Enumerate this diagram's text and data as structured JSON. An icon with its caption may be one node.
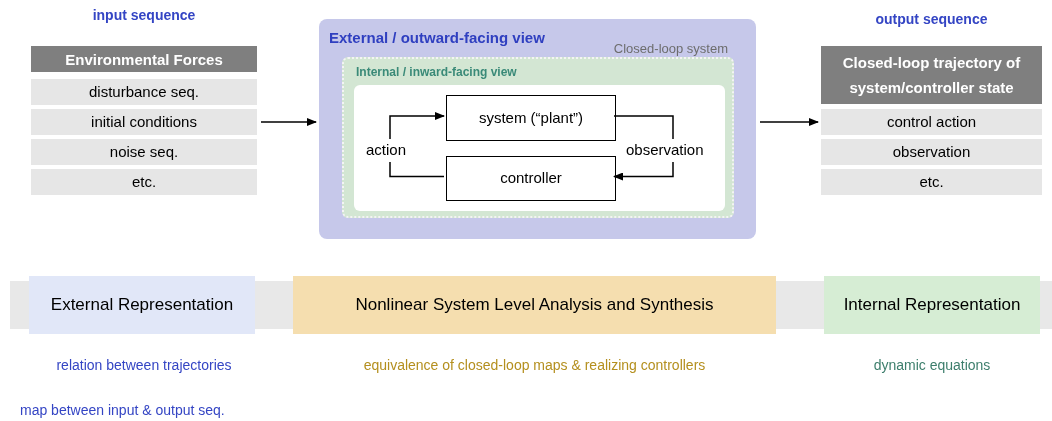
{
  "diagram": {
    "nodes": [
      {
        "text": [
          "Environmental Forces"
        ]
      },
      {
        "text": [
          "disturbance seq."
        ]
      },
      {
        "text": [
          "initial conditions"
        ]
      },
      {
        "text": [
          "noise seq."
        ]
      },
      {
        "text": [
          "etc."
        ]
      },
      {
        "text": [
          "External / outward-facing view"
        ]
      },
      {
        "text": [
          "Closed-loop system",
          "Internal / inward-facing view"
        ],
        "in": 5
      },
      {
        "text": [],
        "shape": "box",
        "in": 6
      },
      {
        "text": [
          "system (“plant”)"
        ],
        "in": 7
      },
      {
        "text": [
          "controller"
        ],
        "in": 7
      },
      {
        "text": [
          "Closed-loop trajectory of system/controller state"
        ]
      },
      {
        "text": [
          "control action"
        ]
      },
      {
        "text": [
          "observation"
        ]
      },
      {
        "text": [
          "etc."
        ]
      },
      {
        "text": [
          "External Representation"
        ]
      },
      {
        "text": [
          "Nonlinear System Level Analysis and Synthesis"
        ]
      },
      {
        "text": [
          "Internal Representation"
        ]
      }
    ],
    "edges": [
      {
        "from": 2,
        "to": 5,
        "arrow": "to"
      },
      {
        "from": 5,
        "to": 11,
        "arrow": "to"
      },
      {
        "from": 9,
        "to": 8,
        "arrow": "to",
        "label": "action"
      },
      {
        "from": 8,
        "to": 9,
        "arrow": "to",
        "label": "observation"
      }
    ],
    "labels": [
      "input sequence",
      "output sequence",
      "relation between trajectories",
      "map between input & output seq.",
      "equivalence of closed-loop maps & realizing controllers",
      "dynamic equations"
    ]
  }
}
